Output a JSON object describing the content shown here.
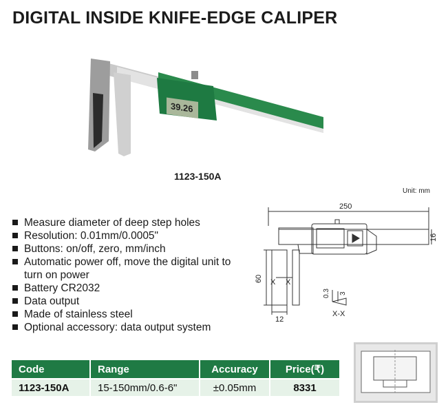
{
  "title": "DIGITAL INSIDE KNIFE-EDGE CALIPER",
  "display_reading": "39.26",
  "model": "1123-150A",
  "unit_note": "Unit: mm",
  "features": [
    "Measure diameter of deep step holes",
    "Resolution: 0.01mm/0.0005\"",
    "Buttons: on/off, zero, mm/inch",
    "Automatic power off, move the digital unit to turn on power",
    "Battery CR2032",
    "Data output",
    "Made of stainless steel",
    "Optional accessory: data output system"
  ],
  "drawing": {
    "dim_length": "250",
    "dim_height": "16",
    "dim_jaw": "60",
    "dim_jaw_width": "12",
    "dim_tip1": "0.3",
    "dim_tip2": "3",
    "section_label": "X-X",
    "marker_x": "X"
  },
  "table": {
    "headers": [
      "Code",
      "Range",
      "Accuracy",
      "Price(₹)"
    ],
    "rows": [
      [
        "1123-150A",
        "15-150mm/0.6-6\"",
        "±0.05mm",
        "8331"
      ]
    ]
  },
  "colors": {
    "brand_green": "#1f7a44",
    "row_bg": "#e6f2e8"
  }
}
